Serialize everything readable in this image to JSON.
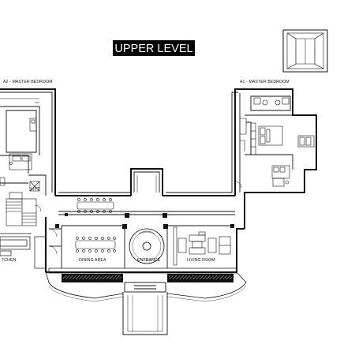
{
  "title": "UPPER LEVEL",
  "rooms": {
    "a2_master_bedroom": "A2 - MASTER BEDROOM",
    "a1_master_bedroom": "A1 - MASTER BEDROOM",
    "lift": "LIFT",
    "kitchen": "TCHEN",
    "dining_area": "DINING AREA",
    "entrance": "ENTRANCE",
    "living_room": "LIVING ROOM"
  },
  "colors": {
    "wall": "#111111",
    "title_bg": "#000000",
    "title_text": "#ffffff",
    "hatch": "#d0d0d0",
    "balcony": "#111111"
  },
  "icons": {
    "orientation": "orientation-symbol-icon"
  }
}
